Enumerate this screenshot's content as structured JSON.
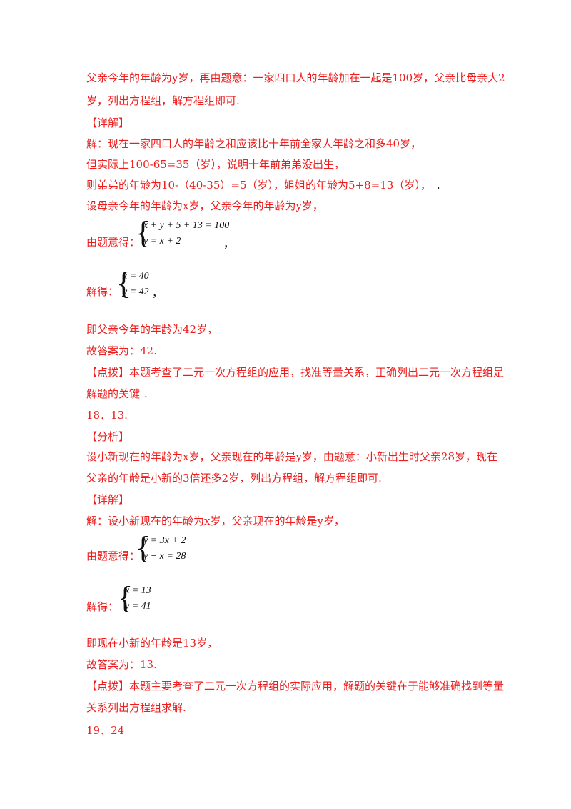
{
  "s17": {
    "analysis_l1": "父亲今年的年龄为y岁，再由题意：一家四口人的年龄加在一起是100岁，父亲比母亲大2",
    "analysis_l2": "岁，列出方程组，解方程组即可.",
    "detail_head": "【详解】",
    "d1": "解：现在一家四口人的年龄之和应该比十年前全家人年龄之和多40岁，",
    "d2": "但实际上100-65=35（岁），说明十年前弟弟没出生，",
    "d3": "则弟弟的年龄为10-（40-35）=5（岁），姐姐的年龄为5+8=13（岁），",
    "d3_mark": ".",
    "d4": "设母亲今年的年龄为x岁，父亲今年的年龄为y岁，",
    "sys1_label": "由题意得：",
    "sys1_eq1": "x + y + 5 + 13 = 100",
    "sys1_eq2": "y = x + 2",
    "sys1_after": "，",
    "sys2_label": "解得：",
    "sys2_eq1": "x = 40",
    "sys2_eq2": "y = 42",
    "sys2_after": "，",
    "d5": "即父亲今年的年龄为42岁，",
    "d6": "故答案为：42.",
    "tip_l1": "【点拨】本题考查了二元一次方程组的应用，找准等量关系，正确列出二元一次方程组是",
    "tip_l2": "解题的关键",
    "tip_l2_mark": "."
  },
  "s18": {
    "number": "18．13.",
    "analysis_head": "【分析】",
    "a1": "设小新现在的年龄为x岁，父亲现在的年龄是y岁，由题意：小新出生时父亲28岁，现在",
    "a2": "父亲的年龄是小新的3倍还多2岁，列出方程组，解方程组即可.",
    "detail_head": "【详解】",
    "d1": "解：设小新现在的年龄为x岁，父亲现在的年龄是y岁，",
    "sys1_label": "由题意得：",
    "sys1_eq1": "y = 3x + 2",
    "sys1_eq2": "y − x = 28",
    "sys2_label": "解得：",
    "sys2_eq1": "x = 13",
    "sys2_eq2": "y = 41",
    "d2": "即现在小新的年龄是13岁，",
    "d3": "故答案为：13.",
    "tip_l1": "【点拨】本题主要考查了二元一次方程组的实际应用，解题的关键在于能够准确找到等量",
    "tip_l2": "关系列出方程组求解."
  },
  "s19": {
    "number": "19．24"
  }
}
